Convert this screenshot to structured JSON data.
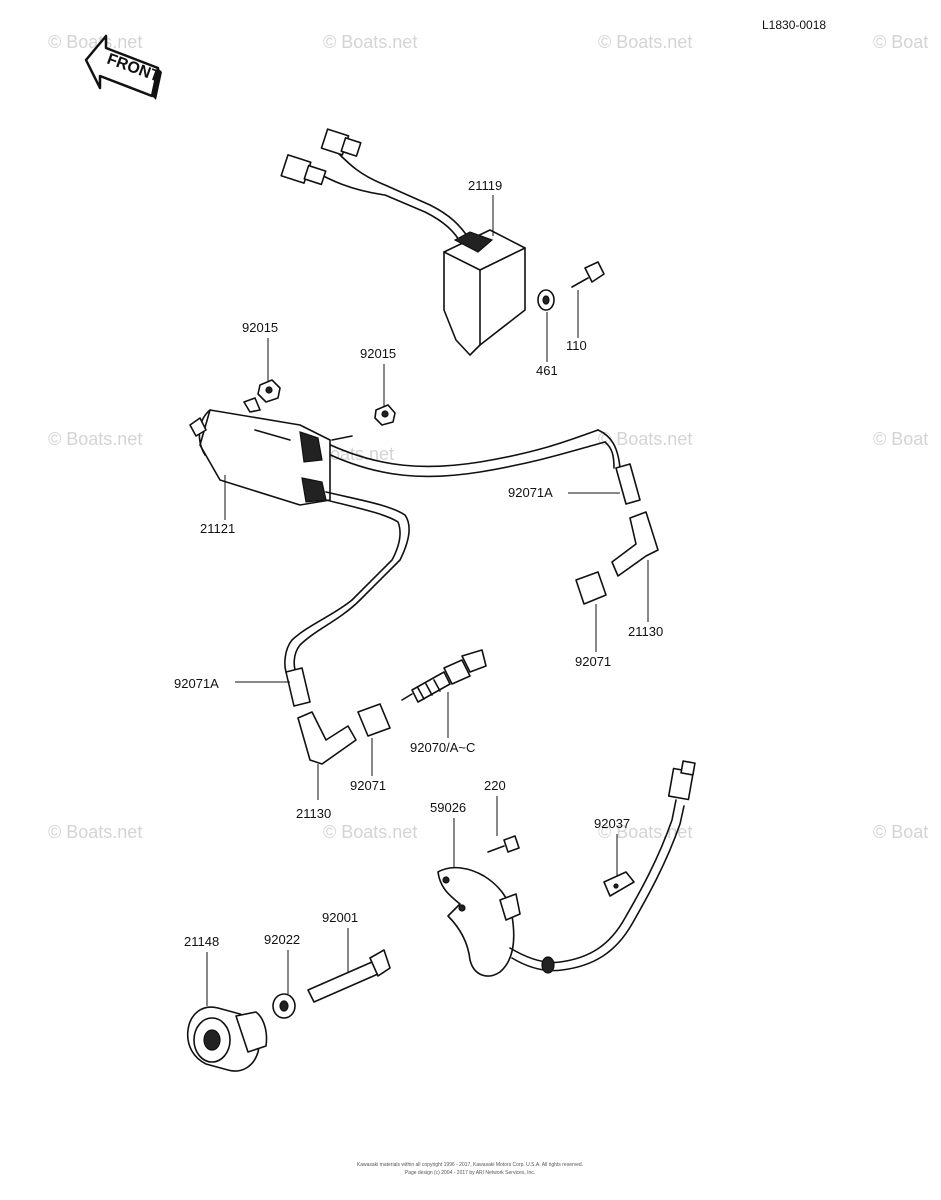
{
  "doc_id": "L1830-0018",
  "front_label": "FRONT",
  "watermark": "© Boats.net",
  "watermark_partial": "© Boat",
  "watermark_partial2": "oats.net",
  "parts": {
    "p21119": "21119",
    "p110": "110",
    "p461": "461",
    "p92015a": "92015",
    "p92015b": "92015",
    "p21121": "21121",
    "p92071Aa": "92071A",
    "p92071Ab": "92071A",
    "p21130a": "21130",
    "p21130b": "21130",
    "p92071a": "92071",
    "p92071b": "92071",
    "p92070": "92070/A~C",
    "p220": "220",
    "p59026": "59026",
    "p92037": "92037",
    "p92001": "92001",
    "p92022": "92022",
    "p21148": "21148"
  },
  "copyright": {
    "line1": "Kawasaki materials within all copyright 1996 - 2017, Kawasaki Motors Corp. U.S.A. All rights reserved.",
    "line2": "Page design (c) 2004 - 2017 by ARI Network Services, Inc."
  }
}
